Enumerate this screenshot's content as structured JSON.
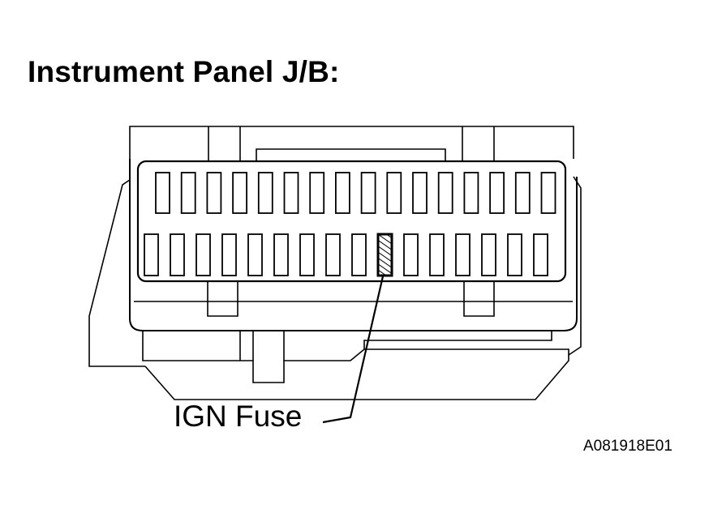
{
  "diagram": {
    "title": "Instrument Panel J/B:",
    "callout_label": "IGN Fuse",
    "figure_id": "A081918E01",
    "highlighted_fuse": {
      "row": "lower",
      "position": 10
    },
    "fuse_rows": {
      "upper_count": 16,
      "lower_count": 16
    }
  }
}
